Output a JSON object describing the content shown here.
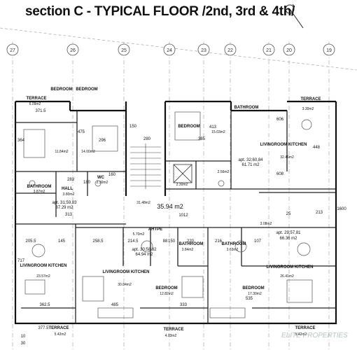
{
  "title": "section C - TYPICAL FLOOR /2nd, 3rd & 4th/",
  "axes": [
    "27",
    "26",
    "25",
    "24",
    "23",
    "22",
    "21",
    "20",
    "19"
  ],
  "rooms": [
    {
      "name": "TERRACE",
      "area": "6.09m2"
    },
    {
      "name": "BEDROOM",
      "area": "11.84m2"
    },
    {
      "name": "BEDROOM",
      "area": "14.00m2"
    },
    {
      "name": "BATHROOM",
      "area": "3.87m2"
    },
    {
      "name": "HALL",
      "area": "3.80m2"
    },
    {
      "name": "WC",
      "area": "2.30m2"
    },
    {
      "name": "BEDROOM",
      "area": "15.03m2"
    },
    {
      "name": "BATHROOM",
      "area": "2.56m2"
    },
    {
      "name": "TERRACE",
      "area": "3.30m2"
    },
    {
      "name": "LIVINGROOM KITCHEN",
      "area": "32.46m2"
    },
    {
      "name": "LIVINGROOM KITCHEN",
      "area": "23.57m2"
    },
    {
      "name": "LIVINGROOM KITCHEN",
      "area": "30.84m2"
    },
    {
      "name": "АНТРЕ",
      "area": "5.70m2"
    },
    {
      "name": "BATHROOM",
      "area": "3.84m2"
    },
    {
      "name": "BATHROOM",
      "area": "3.63m2"
    },
    {
      "name": "LIVINGROOM KITCHEN",
      "area": "26.41m2"
    },
    {
      "name": "BEDROOM",
      "area": "12.82m2"
    },
    {
      "name": "BEDROOM",
      "area": "17.30m2"
    },
    {
      "name": "TERRACE",
      "area": "5.42m2"
    },
    {
      "name": "TERRACE",
      "area": "4.03m2"
    },
    {
      "name": "TERRACE",
      "area": "5.42m2"
    }
  ],
  "apartments": [
    {
      "label": "apt. 31;59,83",
      "area": "87.29 m2"
    },
    {
      "label": "apt. 32;60,84",
      "area": "61.71 m2"
    },
    {
      "label": "apt. 30;58,82",
      "area": "64.94 m2"
    },
    {
      "label": "apt. 29;57,81",
      "area": "66.36 m2"
    }
  ],
  "common_area": "35.94 m2",
  "stair_area": "31.48m2",
  "shaft_area": "2.30m2",
  "shaft_area_2": "3.08m2",
  "dimensions": [
    "371.5",
    "364",
    "296",
    "475",
    "150",
    "280",
    "385",
    "413",
    "606",
    "448",
    "608",
    "283",
    "160",
    "313",
    "1012",
    "1600",
    "205.5",
    "145",
    "258.5",
    "214.5",
    "150",
    "216",
    "107",
    "717",
    "362.5",
    "485",
    "333",
    "535",
    "377.5",
    "10",
    "30",
    "25",
    "213",
    "88",
    "220",
    "180"
  ],
  "watermark": "ELITE PROPERTIES"
}
